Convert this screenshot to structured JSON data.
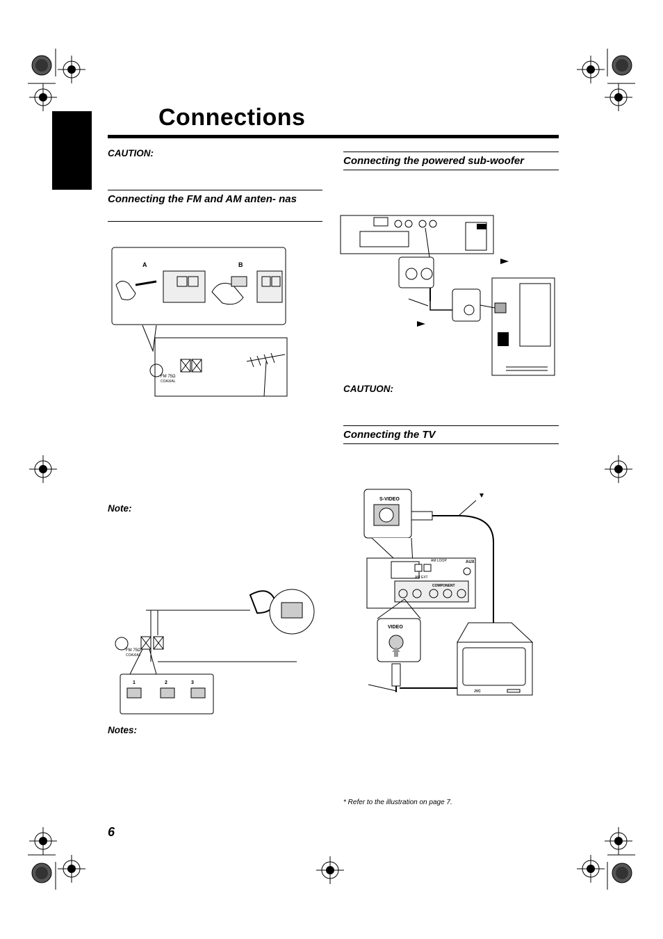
{
  "page": {
    "title": "Connections",
    "page_number": "6",
    "footnote": "*  Refer to the illustration on page 7."
  },
  "left_column": {
    "caution_label": "CAUTION:",
    "antenna_heading": "Connecting the FM and AM anten- nas",
    "note_label": "Note:",
    "notes_label": "Notes:",
    "fm_illustration": {
      "label_a": "A",
      "label_b": "B",
      "fm_terminal_label": "FM 75Ω",
      "fm_terminal_sub": "COAXIAL"
    },
    "am_illustration": {
      "fm_terminal_label": "FM 75Ω",
      "fm_terminal_sub": "COAXIAL",
      "steps": [
        "1",
        "2",
        "3"
      ]
    }
  },
  "right_column": {
    "subwoofer_heading": "Connecting the powered sub-woofer",
    "caution_label": "CAUTUON:",
    "tv_heading": "Connecting the TV",
    "tv_illustration": {
      "svideo_label": "S-VIDEO",
      "video_label": "VIDEO",
      "component_label": "COMPONENT",
      "aux_label": "AUX",
      "am_loop_label": "AM LOOP",
      "am_ext_label": "AM EXT",
      "brand_label": "JVC"
    }
  },
  "colors": {
    "ink": "#000000",
    "paper": "#ffffff",
    "registration_fill": "#555555"
  }
}
